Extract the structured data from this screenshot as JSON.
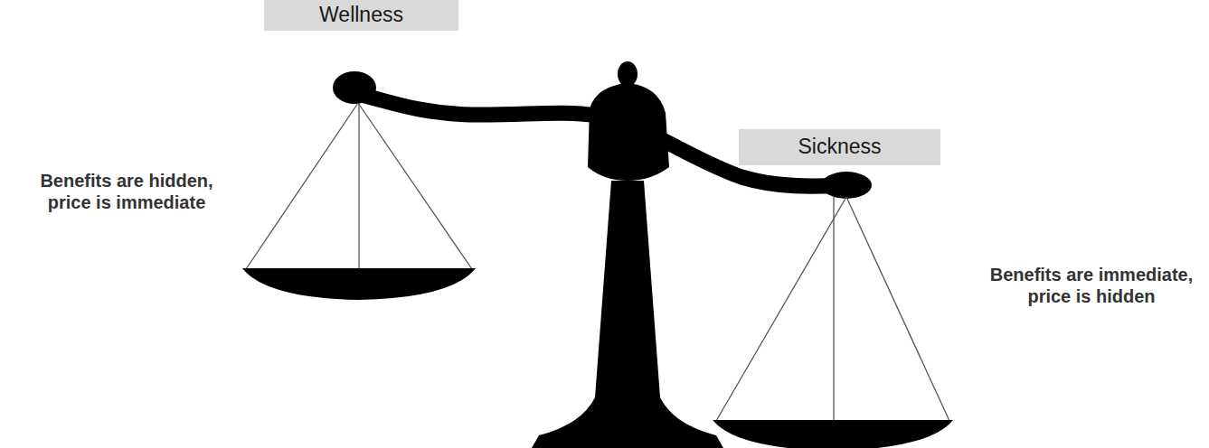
{
  "diagram": {
    "nodes": [
      {
        "text": [
          "Wellness"
        ]
      },
      {
        "text": [
          "Sickness"
        ]
      }
    ],
    "labels": [
      "Benefits are hidden, price is immediate",
      "Benefits are immediate, price is hidden"
    ]
  }
}
